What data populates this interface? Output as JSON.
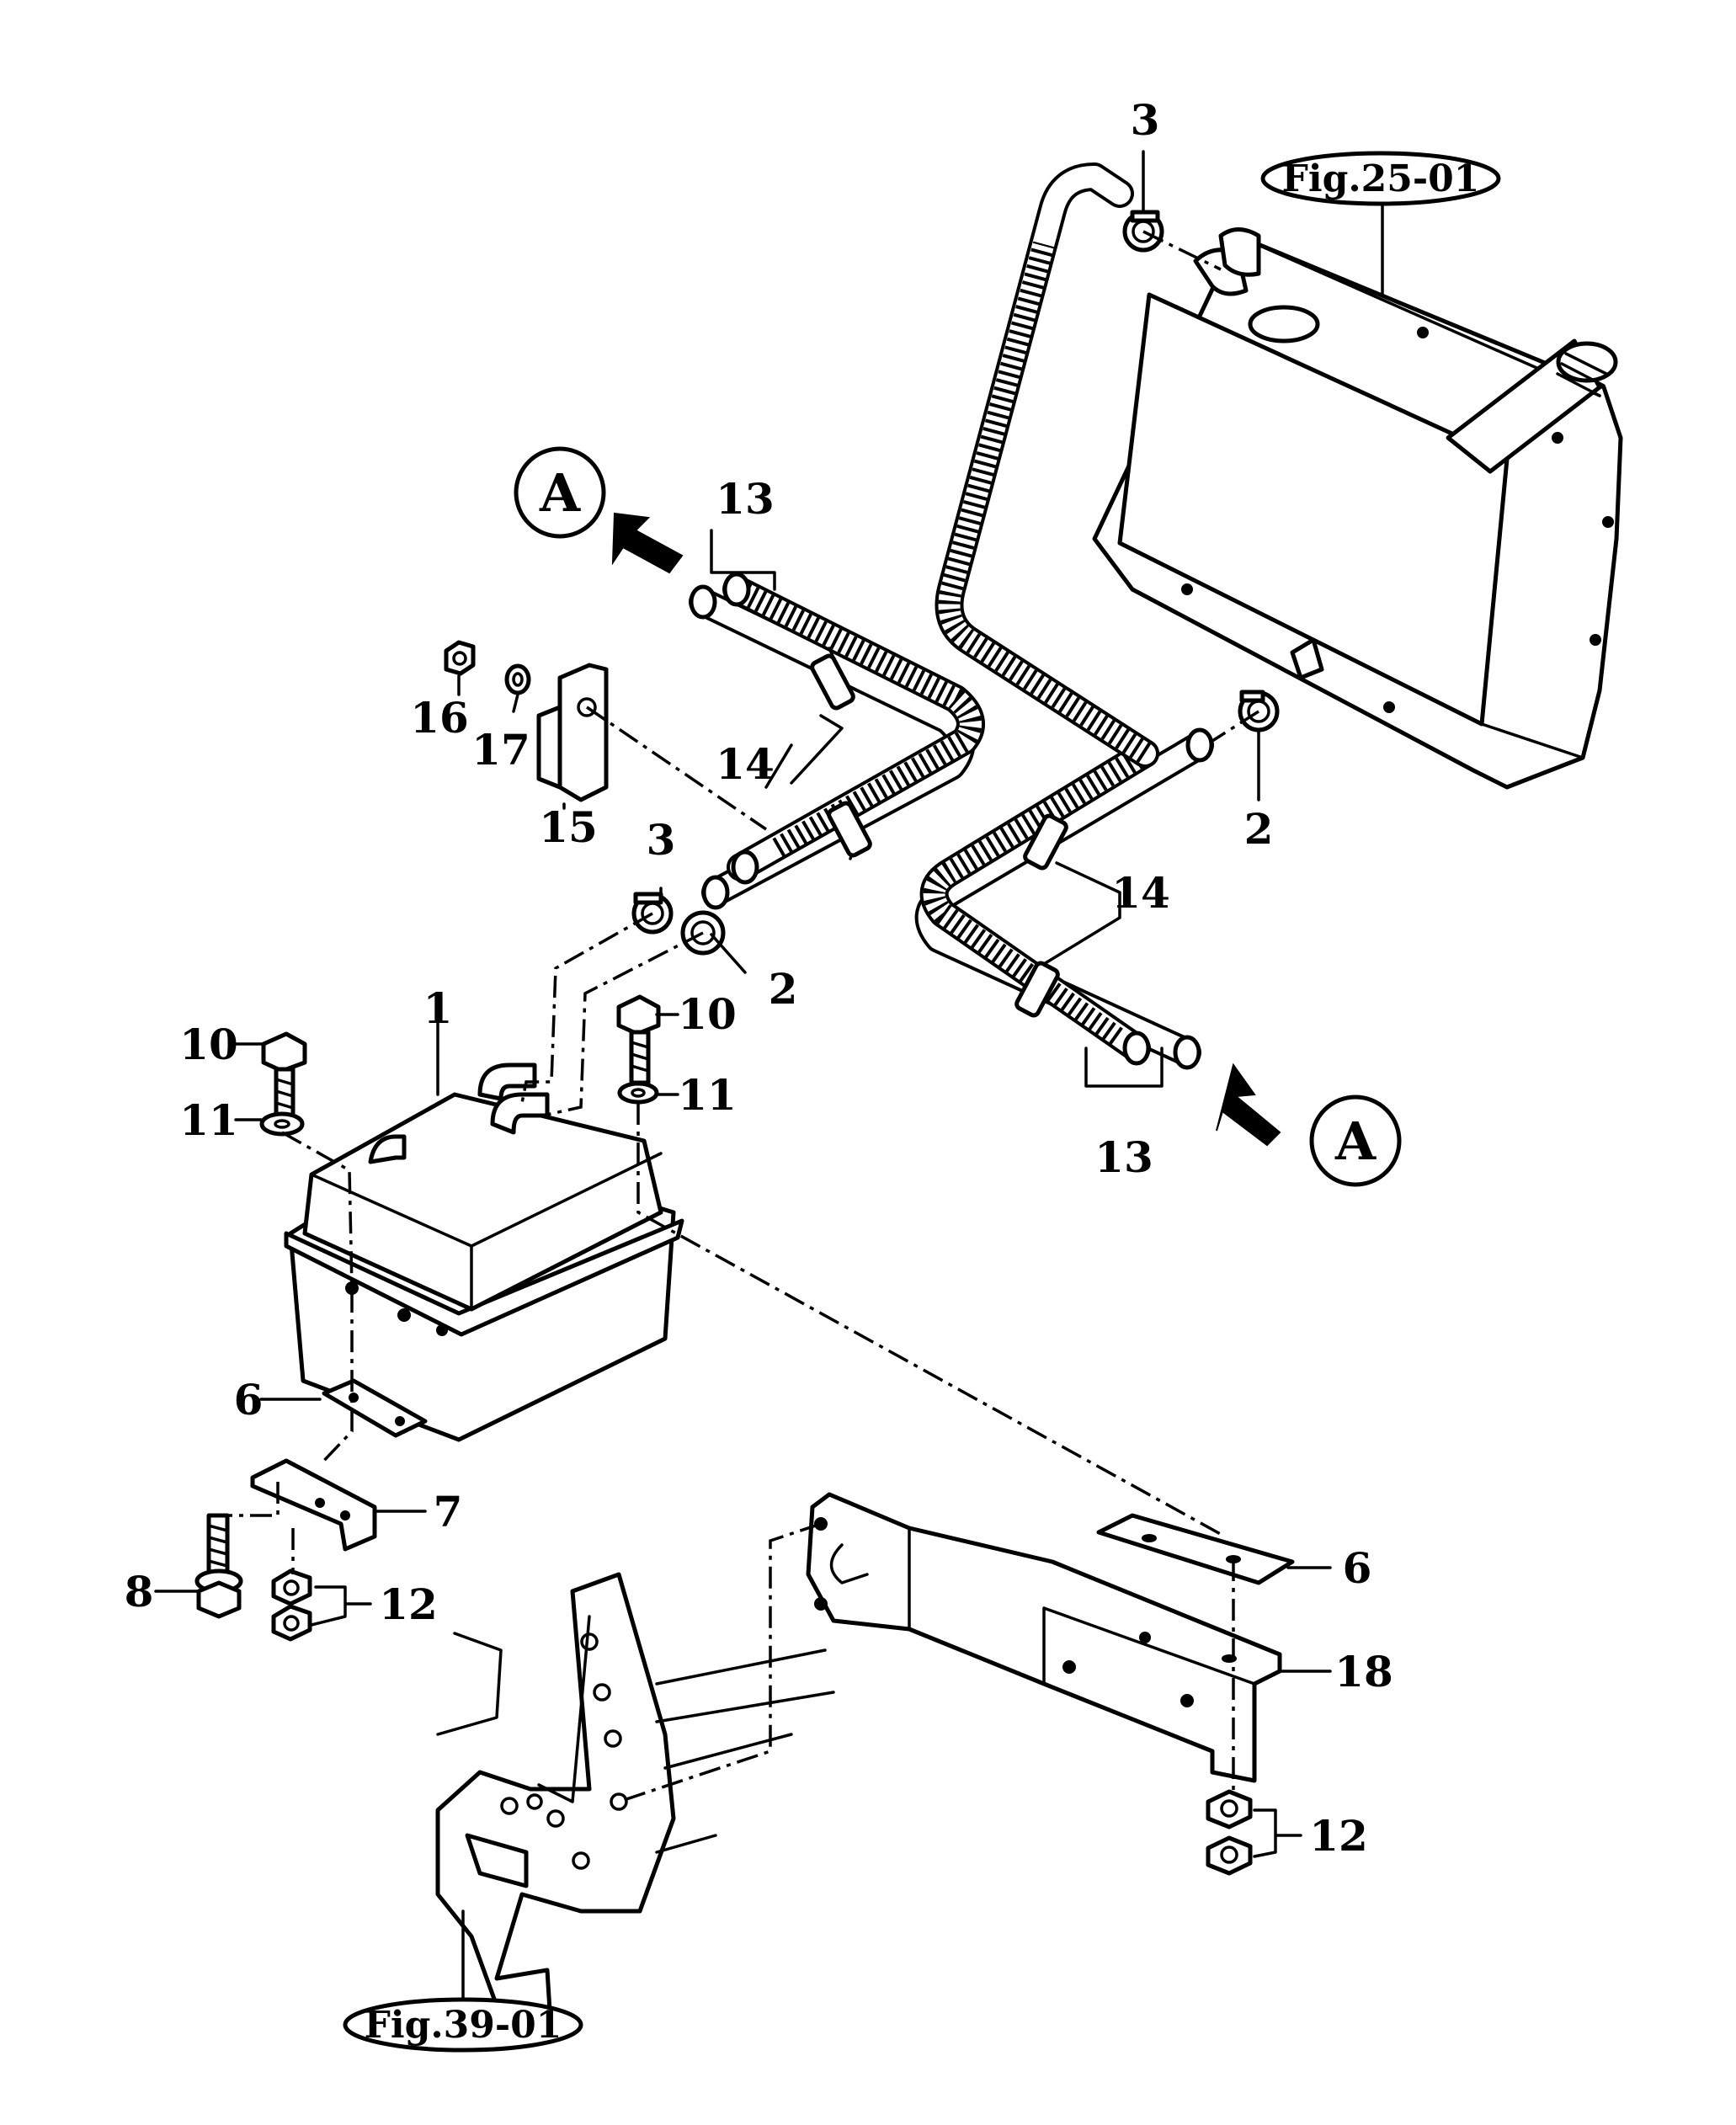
{
  "references": {
    "fig_top": "Fig.25-01",
    "fig_bottom": "Fig.39-01",
    "view_marker": "A"
  },
  "callouts": {
    "c1": "1",
    "c2_upper": "2",
    "c2_lower": "2",
    "c3_upper": "3",
    "c3_lower": "3",
    "c6_left": "6",
    "c6_right": "6",
    "c7": "7",
    "c8": "8",
    "c10_left": "10",
    "c10_right": "10",
    "c11_left": "11",
    "c11_right": "11",
    "c12_left": "12",
    "c12_right": "12",
    "c13_left": "13",
    "c13_right": "13",
    "c14_left": "14",
    "c14_right": "14",
    "c15": "15",
    "c16": "16",
    "c17": "17",
    "c18": "18"
  },
  "colors": {
    "line": "#000000",
    "background": "#ffffff"
  }
}
